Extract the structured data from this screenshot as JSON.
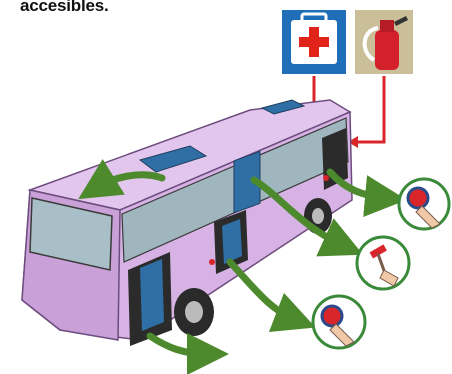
{
  "caption": "accesibles.",
  "icons": {
    "first_aid": {
      "name": "first-aid-kit-icon",
      "bg": "#1f6fb8",
      "cross": "#e2231a"
    },
    "extinguisher": {
      "name": "fire-extinguisher-icon",
      "bg": "#cbbf9a",
      "body": "#d3202a"
    }
  },
  "colors": {
    "bus_body": "#d7b2e4",
    "bus_shadow": "#b98ccb",
    "window": "#9fb6bf",
    "glass_blue": "#2f6fa5",
    "arrow_green": "#4d8a2e",
    "pointer_red": "#d8262a"
  },
  "badges": [
    {
      "name": "emergency-button-badge-top",
      "kind": "button"
    },
    {
      "name": "hammer-badge",
      "kind": "hammer"
    },
    {
      "name": "emergency-button-badge-bottom",
      "kind": "button"
    }
  ]
}
